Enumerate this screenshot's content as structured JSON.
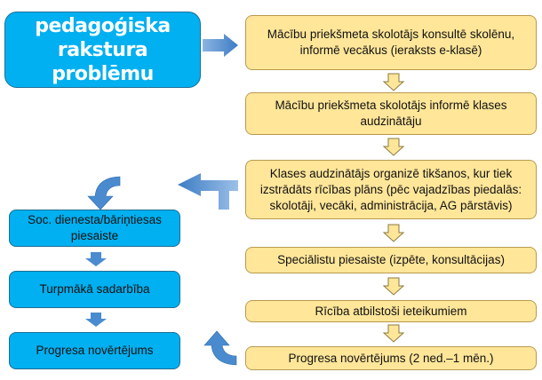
{
  "title": "Rīcība pedagoģiska rakstura problēmu gadījumā",
  "main_steps": [
    "Mācību priekšmeta skolotājs konsultē skolēnu, informē vecākus (ieraksts e-klasē)",
    "Mācību priekšmeta skolotājs informē klases audzinātāju",
    "Klases audzinātājs organizē tikšanos, kur tiek izstrādāts rīcības plāns (pēc vajadzības piedalās: skolotāji, vecāki, administrācija, AG pārstāvis)",
    "Speciālistu piesaiste (izpēte, konsultācijas)",
    "Rīcība atbilstoši ieteikumiem",
    "Progresa novērtējums (2 ned.–1 mēn.)"
  ],
  "side_steps": [
    "Soc. dienesta/bāriņtiesas piesaiste",
    "Turpmākā sadarbība",
    "Progresa novērtējums"
  ],
  "colors": {
    "blue": "#00B0F0",
    "yellow": "#FFE699",
    "arrow_blue": "#4A8BD0"
  }
}
